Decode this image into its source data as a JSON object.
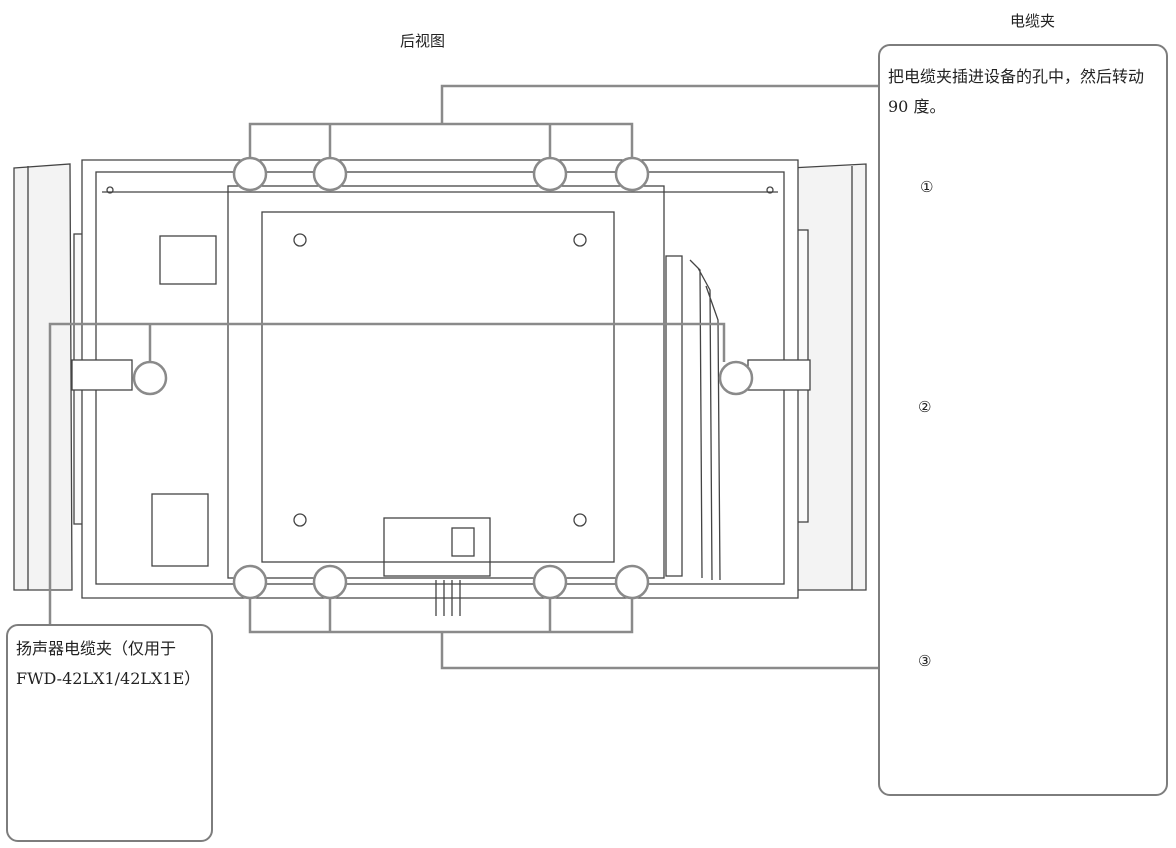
{
  "rear_view_title": "后视图",
  "cable_clamp_title": "电缆夹",
  "cable_clamp_instruction": "把电缆夹插进设备的孔中，然后转动 90 度。",
  "steps": [
    "①",
    "②",
    "③"
  ],
  "speaker_clamp_label": "扬声器电缆夹（仅用于FWD-42LX1/42LX1E）"
}
